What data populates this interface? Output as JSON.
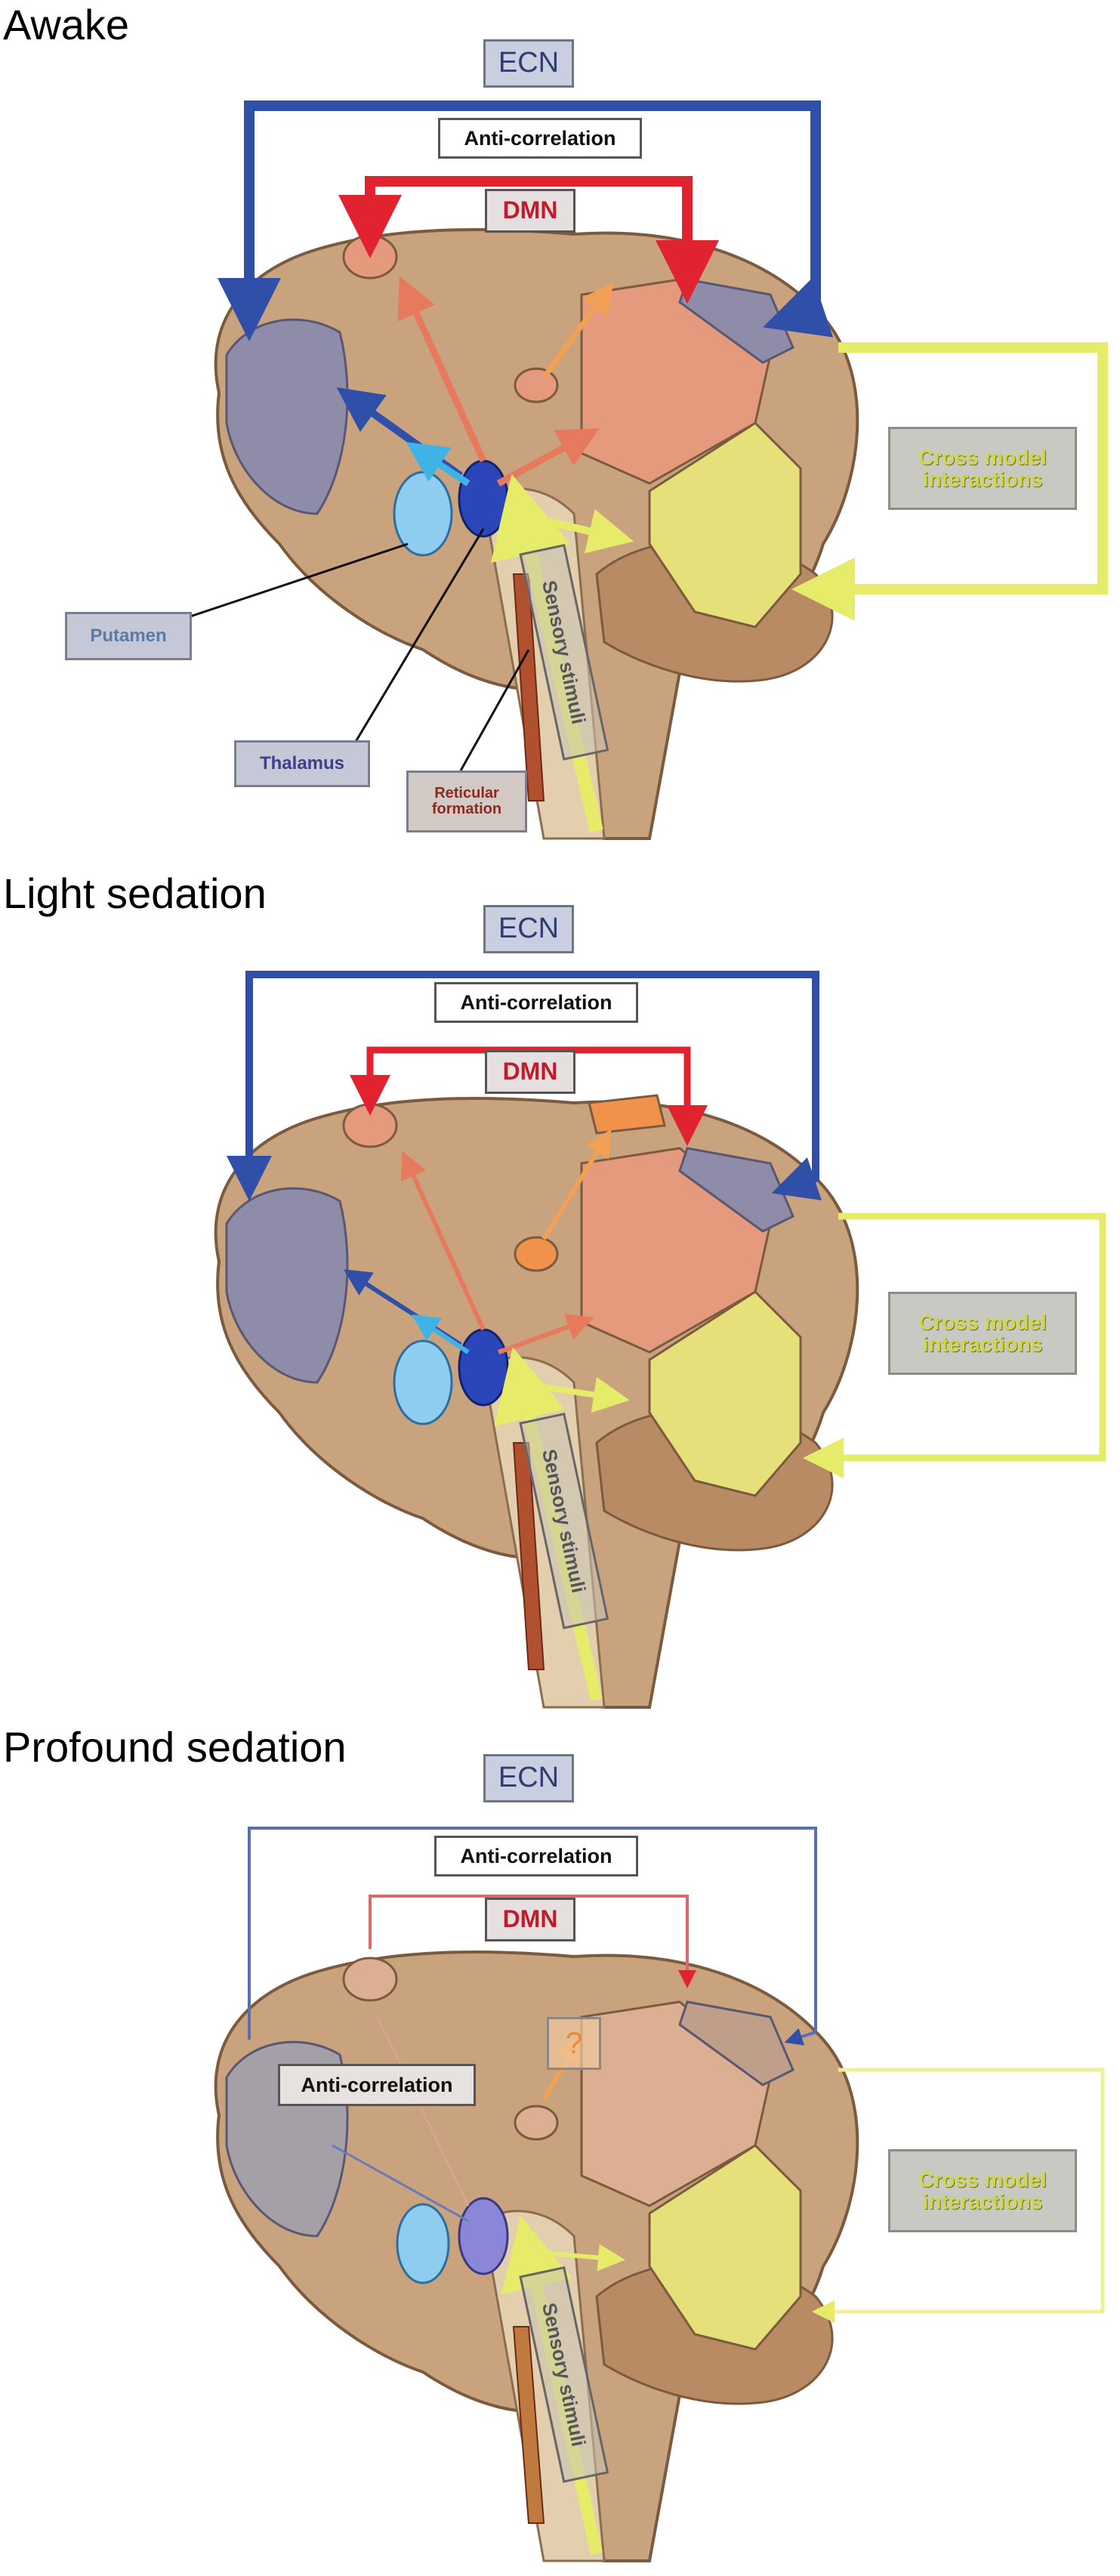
{
  "panels": [
    {
      "title": "Awake",
      "ecn": "ECN",
      "anti": "Anti-correlation",
      "dmn": "DMN",
      "cross": "Cross model interactions",
      "sensory": "Sensory stimuli",
      "putamen": "Putamen",
      "thalamus": "Thalamus",
      "reticular": "Reticular formation"
    },
    {
      "title": "Light sedation",
      "ecn": "ECN",
      "anti": "Anti-correlation",
      "dmn": "DMN",
      "cross": "Cross model interactions",
      "sensory": "Sensory stimuli"
    },
    {
      "title": "Profound sedation",
      "ecn": "ECN",
      "anti": "Anti-correlation",
      "dmn": "DMN",
      "cross": "Cross model interactions",
      "sensory": "Sensory stimuli",
      "anti_inner": "Anti-correlation",
      "question": "?"
    }
  ],
  "colors": {
    "ecn_blue": "#2f4fa8",
    "dmn_red": "#e0232f",
    "sensory_yellow": "#e6ec6a",
    "thalamus_blue": "#2a46b8",
    "putamen_blue": "#8fcdf0",
    "brain_tan": "#c9a27e"
  }
}
